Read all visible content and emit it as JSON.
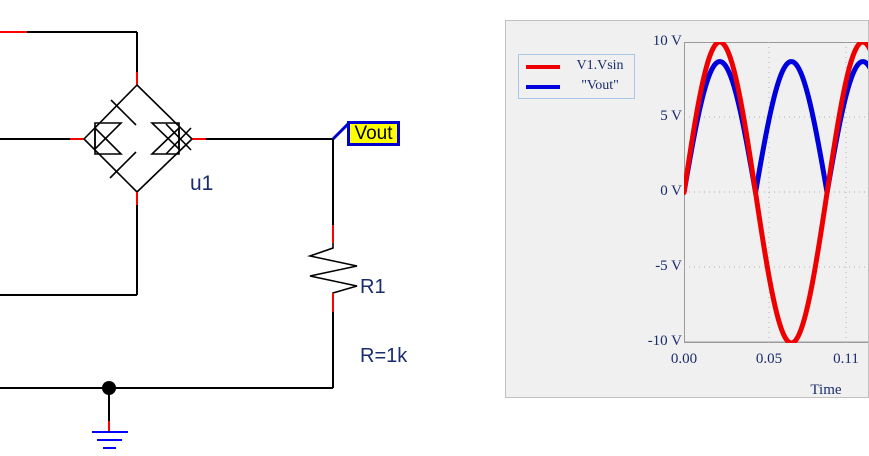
{
  "schematic": {
    "component_labels": [
      {
        "name": "bridge",
        "text": "u1"
      },
      {
        "name": "resistor",
        "text": "R1\nR=1k"
      }
    ],
    "bridge_label": "u1",
    "resistor_name": "R1",
    "resistor_value": "R=1k",
    "node_annotation": "Vout",
    "colors": {
      "wire": "#000000",
      "pin": "#ff0000",
      "text": "#1a2c6b",
      "annotation_fill": "#ffff00",
      "annotation_border": "#0000cc",
      "ground": "#0000ff"
    }
  },
  "plot": {
    "panel_background": "#f0f0f0",
    "legend": {
      "entries": [
        {
          "label": "V1.Vsin",
          "color": "#ee0000"
        },
        {
          "label": "\"Vout\"",
          "color": "#0000dd"
        }
      ]
    }
  },
  "chart_data": {
    "type": "line",
    "title": "",
    "xlabel": "Time",
    "ylabel": "",
    "xlim": [
      0.0,
      0.13
    ],
    "ylim": [
      -10,
      10
    ],
    "xticks": [
      0.0,
      0.05,
      0.11
    ],
    "xtick_labels": [
      "0.00",
      "0.05",
      "0.11"
    ],
    "yticks": [
      -10,
      -5,
      0,
      5,
      10
    ],
    "ytick_labels": [
      "-10 V",
      "-5 V",
      "0 V",
      "5 V",
      "10 V"
    ],
    "grid": true,
    "legend_position": "upper-left-outside",
    "series": [
      {
        "name": "V1.Vsin",
        "color": "#ee0000",
        "description": "sine wave, amplitude 10 V, period 0.1 s, starts at 0 V rising",
        "amplitude": 10,
        "period": 0.1,
        "phase": 0,
        "offset": 0
      },
      {
        "name": "\"Vout\"",
        "color": "#0000dd",
        "description": "full-wave rectified sine, amplitude 8.7 V, period 0.05 s",
        "amplitude": 8.7,
        "period": 0.05,
        "phase": 0,
        "offset": 0
      }
    ]
  }
}
